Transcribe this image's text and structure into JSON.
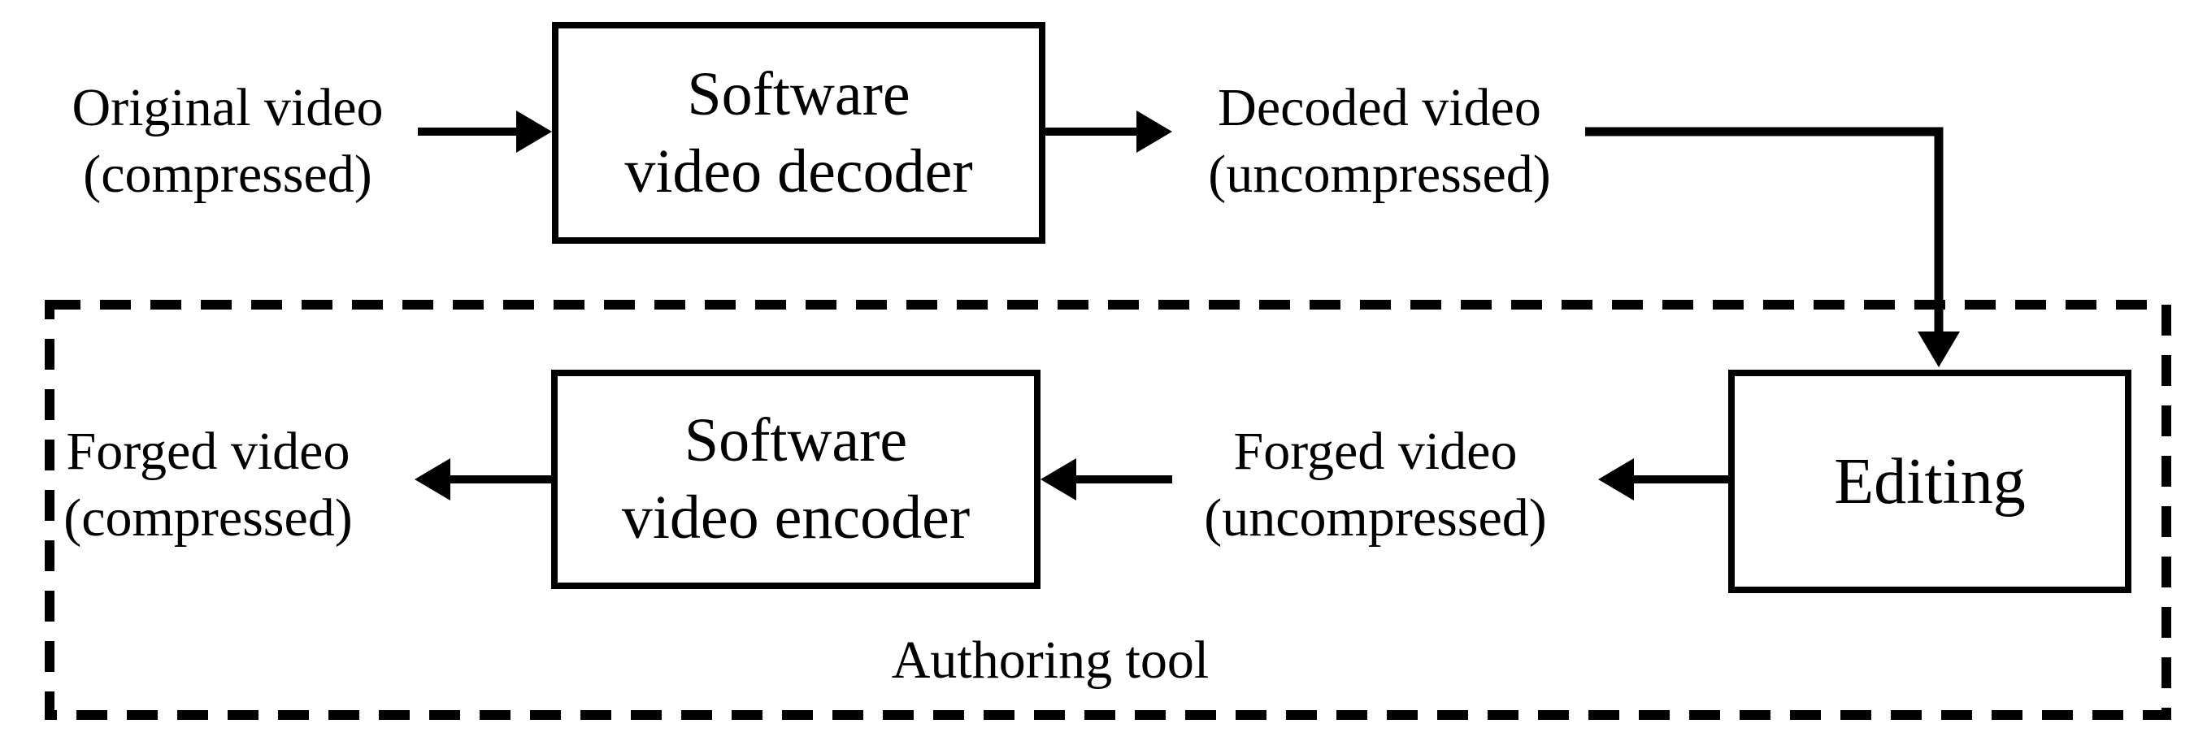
{
  "diagram": {
    "colors": {
      "ink": "#000000",
      "background": "#ffffff"
    },
    "boxes": {
      "decoder": {
        "line1": "Software",
        "line2": "video decoder"
      },
      "encoder": {
        "line1": "Software",
        "line2": "video encoder"
      },
      "editing": {
        "label": "Editing"
      }
    },
    "labels": {
      "original_video": {
        "line1": "Original video",
        "line2": "(compressed)"
      },
      "decoded_video": {
        "line1": "Decoded video",
        "line2": "(uncompressed)"
      },
      "forged_video_uncompressed": {
        "line1": "Forged video",
        "line2": "(uncompressed)"
      },
      "forged_video_compressed": {
        "line1": "Forged video",
        "line2": "(compressed)"
      },
      "authoring_tool": "Authoring tool"
    }
  }
}
